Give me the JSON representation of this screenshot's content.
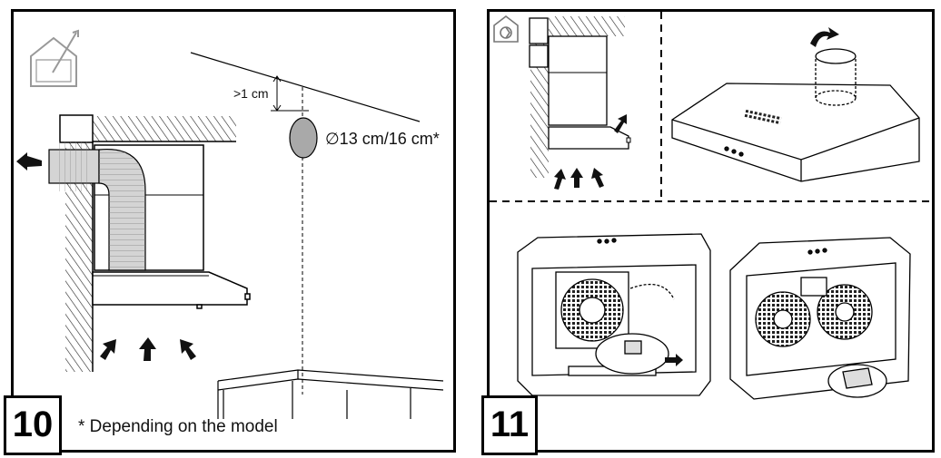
{
  "panels": [
    {
      "step": "10",
      "footnote": "* Depending on the model",
      "gap_label": ">1 cm",
      "diameter_label": "∅13 cm/16 cm*",
      "mode_icon": "outdoor-exhaust-house-icon"
    },
    {
      "step": "11",
      "mode_icon": "recirculation-house-icon"
    }
  ],
  "colors": {
    "stroke": "#000000",
    "duct_fill": "#d4d4d4",
    "hole_fill": "#a9a9a9"
  }
}
